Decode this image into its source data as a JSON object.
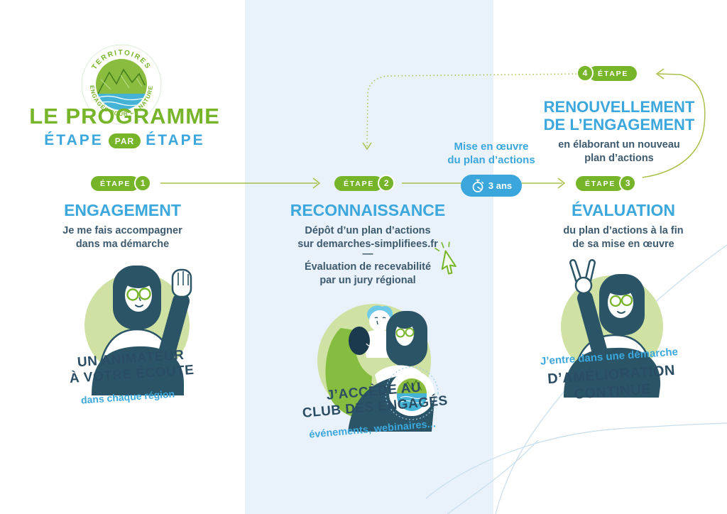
{
  "palette": {
    "green": "#76b42a",
    "line_green": "#a9c14c",
    "blue_heading": "#3ba7dc",
    "navy": "#2b4d63",
    "body_text": "#3d5a6e",
    "band_blue": "#e9f1fa",
    "illus_circle_green": "#cfe2a4",
    "illus_navy": "#2b5566",
    "timer_blue": "#3aa6dc"
  },
  "logo": {
    "arc_top": "TERRITOIRES",
    "arc_bottom": "ENGAGÉS POUR LA NATURE"
  },
  "title": {
    "line1": "LE PROGRAMME",
    "word_left": "ÉTAPE",
    "pill": "PAR",
    "word_right": "ÉTAPE"
  },
  "timer": {
    "note": "Mise en œuvre\ndu plan d’actions",
    "duration": "3 ans"
  },
  "steps": [
    {
      "badge_label": "ÉTAPE",
      "number": "1",
      "heading": "ENGAGEMENT",
      "body": "Je me fais accompagner\ndans ma démarche",
      "caption_title": "UN ANIMATEUR\nÀ VOTRE ÉCOUTE",
      "caption_sub": "dans chaque région"
    },
    {
      "badge_label": "ÉTAPE",
      "number": "2",
      "heading": "RECONNAISSANCE",
      "body_top": "Dépôt d’un plan d’actions\nsur demarches-simplifiees.fr",
      "divider": "—",
      "body_bottom": "Évaluation de recevabilité\npar un jury régional",
      "caption_title": "J’ACCÈDE AU\nCLUB DES ENGAGÉS",
      "caption_sub": "événements, webinaires..."
    },
    {
      "badge_label": "ÉTAPE",
      "number": "3",
      "heading": "ÉVALUATION",
      "body": "du plan d’actions à la fin\nde sa mise en œuvre",
      "caption_intro": "J’entre dans une démarche",
      "caption_title": "D’AMÉLIORATION\nCONTINUE"
    },
    {
      "badge_label": "ÉTAPE",
      "number": "4",
      "heading": "RENOUVELLEMENT\nDE L’ENGAGEMENT",
      "body": "en élaborant un nouveau\nplan d’actions"
    }
  ]
}
